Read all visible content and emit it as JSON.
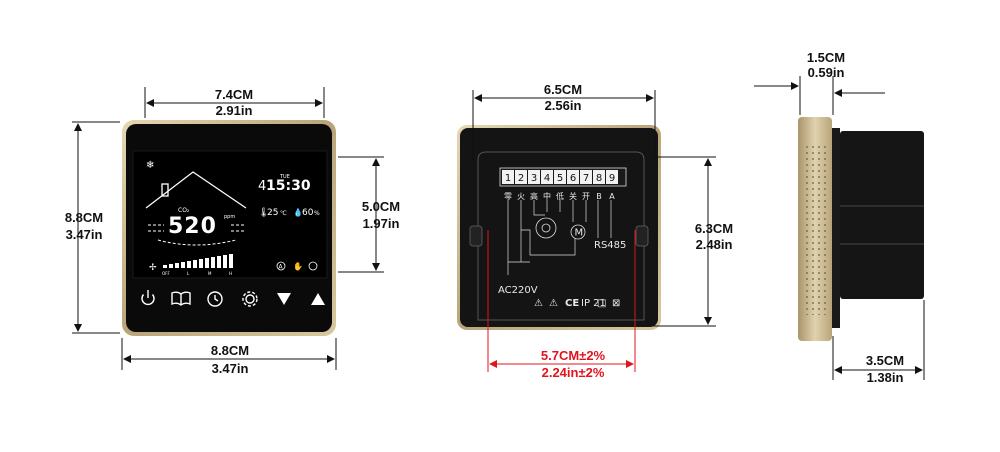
{
  "front": {
    "width_label": "7.4CM",
    "width_label_in": "2.91in",
    "height_label": "8.8CM",
    "height_label_in": "3.47in",
    "screen_height_label": "5.0CM",
    "screen_height_label_in": "1.97in",
    "bottom_width_label": "8.8CM",
    "bottom_width_label_in": "3.47in",
    "display": {
      "day": "TUE",
      "time_hour": "4",
      "time_min": "15:30",
      "co2_label": "CO₂",
      "co2_value": "520",
      "co2_unit": "ppm",
      "temperature": "25",
      "temp_unit": "℃",
      "humidity": "60",
      "hum_unit": "%",
      "fan_labels": [
        "OFF",
        "L",
        "M",
        "H"
      ],
      "mode_badge": "A"
    },
    "buttons": [
      "power",
      "book",
      "clock",
      "gear",
      "down",
      "up"
    ]
  },
  "back": {
    "width_label": "6.5CM",
    "width_label_in": "2.56in",
    "height_label": "6.3CM",
    "height_label_in": "2.48in",
    "hole_label": "5.7CM±2%",
    "hole_label_in": "2.24in±2%",
    "terminals": [
      "1",
      "2",
      "3",
      "4",
      "5",
      "6",
      "7",
      "8",
      "9"
    ],
    "terminal_names": [
      "零",
      "火",
      "高",
      "中",
      "低",
      "关",
      "开",
      "B",
      "A"
    ],
    "motor_label": "M",
    "rs485_label": "RS485",
    "power_label": "AC220V",
    "cert_marks": [
      "⚠",
      "⚠",
      "CE",
      "IP 21",
      "□",
      "⊠"
    ]
  },
  "side": {
    "depth_top_label": "1.5CM",
    "depth_top_label_in": "0.59in",
    "depth_bottom_label": "3.5CM",
    "depth_bottom_label_in": "1.38in"
  },
  "colors": {
    "frame_gold": "#c8b58c",
    "panel_black": "#0a0a0a",
    "dim_red": "#e0141e"
  }
}
